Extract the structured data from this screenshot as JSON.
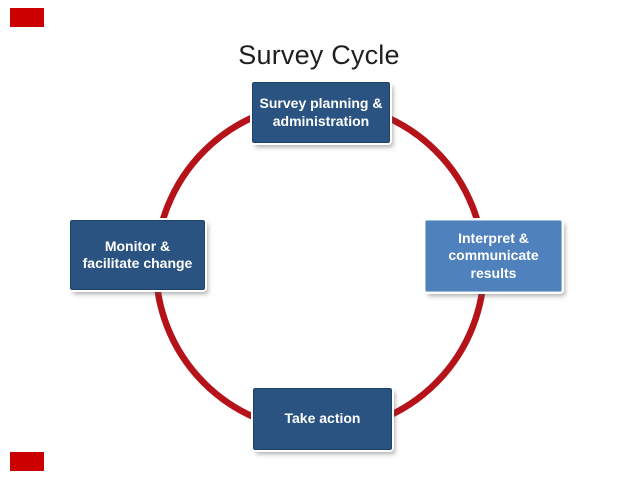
{
  "title": "Survey Cycle",
  "cycle": {
    "ring_color": "#b51219",
    "nodes": [
      {
        "id": "survey-planning",
        "label": "Survey planning &\nadministration",
        "fill": "#2a5381",
        "text_color": "#ffffff"
      },
      {
        "id": "interpret-communicate",
        "label": "Interpret &\ncommunicate\nresults",
        "fill": "#4f81bd",
        "text_color": "#ffffff"
      },
      {
        "id": "take-action",
        "label": "Take action",
        "fill": "#2a5381",
        "text_color": "#ffffff"
      },
      {
        "id": "monitor-facilitate",
        "label": "Monitor &\nfacilitate change",
        "fill": "#2a5381",
        "text_color": "#ffffff"
      }
    ]
  },
  "decorations": {
    "corner_bar_color": "#cc0000"
  }
}
